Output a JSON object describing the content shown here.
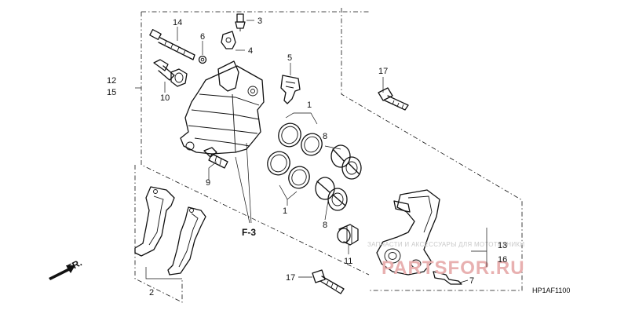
{
  "callouts": {
    "c1": "1",
    "c1b": "1",
    "c2": "2",
    "c3": "3",
    "c4": "4",
    "c5": "5",
    "c6": "6",
    "c7": "7",
    "c8a": "8",
    "c8b": "8",
    "c9": "9",
    "c10": "10",
    "c11": "11",
    "c12": "12",
    "c13": "13",
    "c14": "14",
    "c15": "15",
    "c16": "16",
    "c17a": "17",
    "c17b": "17"
  },
  "labels": {
    "f3": "F-3",
    "direction": "FR.",
    "diagram_code": "HP1AF1100"
  },
  "watermark": {
    "tagline": "ЗАПЧАСТИ И АКСЕССУАРЫ ДЛЯ МОТОТЕХНИКИ",
    "brand": "PARTSFOR.RU"
  }
}
